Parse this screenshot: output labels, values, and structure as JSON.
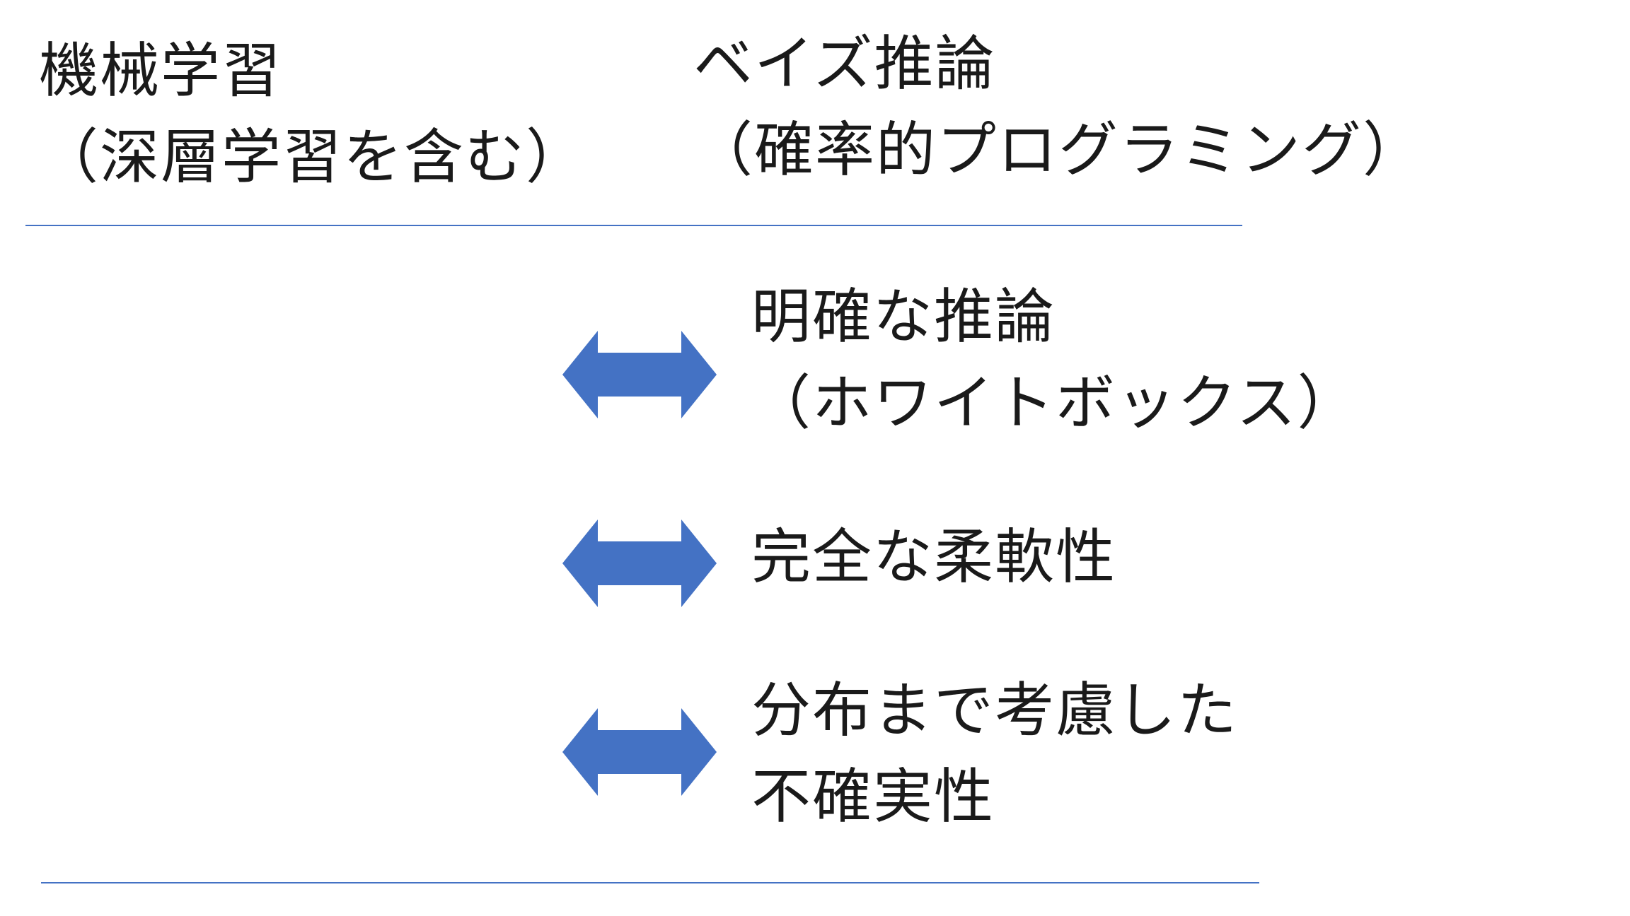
{
  "header": {
    "left": {
      "line1": "機械学習",
      "line2": "（深層学習を含む）"
    },
    "right": {
      "line1": "ベイズ推論",
      "line2": "（確率的プログラミング）"
    }
  },
  "comparisons": [
    {
      "line1": "明確な推論",
      "line2": "（ホワイトボックス）"
    },
    {
      "line1": "完全な柔軟性"
    },
    {
      "line1": "分布まで考慮した",
      "line2": "不確実性"
    }
  ],
  "colors": {
    "arrow": "#4472c4",
    "rule": "#4472c4",
    "text": "#1a1a1a"
  },
  "icons": [
    "double-arrow-icon"
  ]
}
